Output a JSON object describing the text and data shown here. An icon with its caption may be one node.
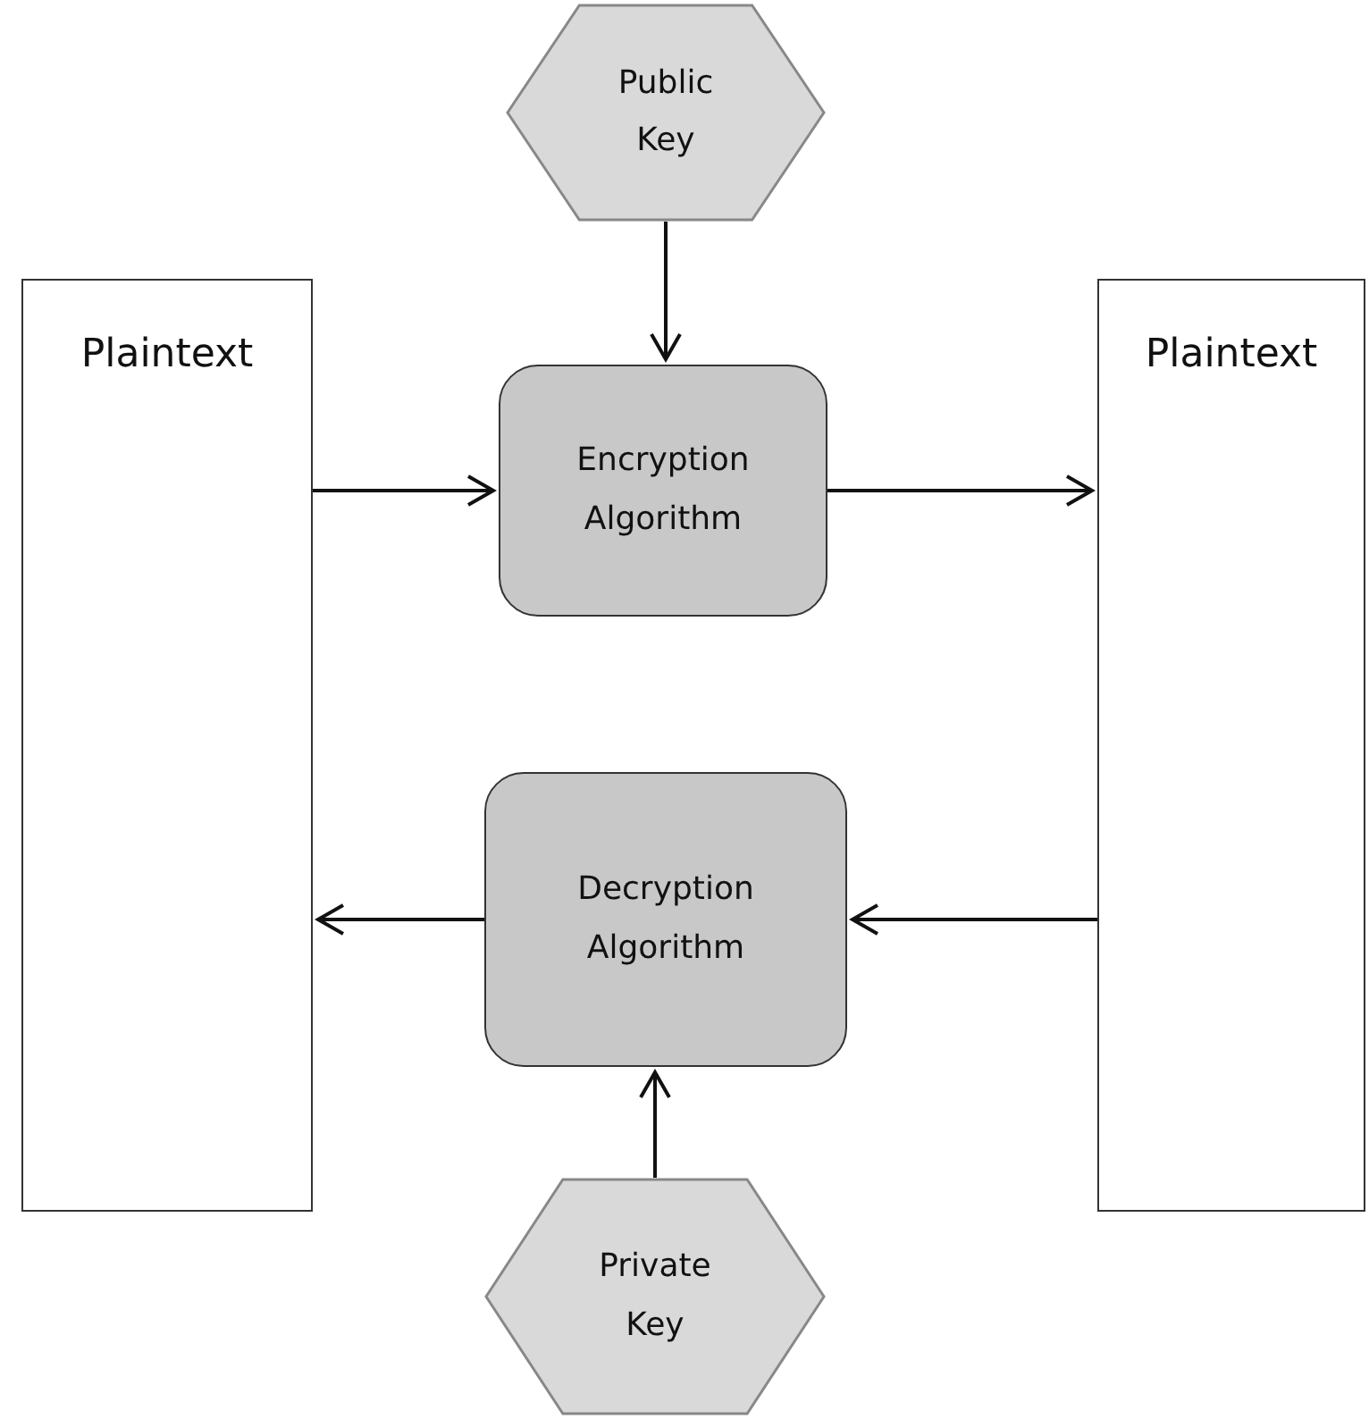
{
  "diagram": {
    "nodes": [
      {
        "text": [
          "Public Key"
        ]
      },
      {
        "text": [
          "Plaintext"
        ]
      },
      {
        "text": [
          "Encryption Algorithm"
        ]
      },
      {
        "text": [
          "Plaintext"
        ]
      },
      {
        "text": [
          "Decryption Algorithm"
        ]
      },
      {
        "text": [
          "Private Key"
        ]
      }
    ],
    "edges": [
      {
        "from": 0,
        "to": 2,
        "arrow": "to"
      },
      {
        "from": 1,
        "to": 2,
        "arrow": "to"
      },
      {
        "from": 2,
        "to": 3,
        "arrow": "to"
      },
      {
        "from": 3,
        "to": 4,
        "arrow": "to"
      },
      {
        "from": 4,
        "to": 1,
        "arrow": "to"
      },
      {
        "from": 5,
        "to": 4,
        "arrow": "to"
      }
    ]
  }
}
